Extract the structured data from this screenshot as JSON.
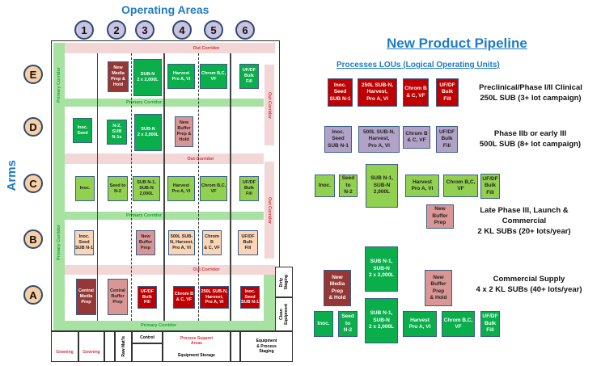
{
  "colors": {
    "green_dark": "#0aae4b",
    "green_light": "#92d050",
    "red_dark": "#c00000",
    "maroon": "#953735",
    "pink": "#d99694",
    "peach": "#fbd5b5",
    "lavender": "#b3a2c7",
    "blue_title": "#1f7bc6",
    "corridor_green": "#a8e2a3",
    "corridor_pink": "#f3d6d6"
  },
  "floor_plan": {
    "operating_areas_title": "Operating Areas",
    "arms_label": "Arms",
    "operating_areas": [
      "1",
      "2",
      "3",
      "4",
      "5",
      "6"
    ],
    "arms": [
      "E",
      "D",
      "C",
      "B",
      "A"
    ],
    "corridors": {
      "out": "Out Corridor",
      "primary": "Primary Corridor"
    },
    "rooms": {
      "E": [
        {
          "area": 2,
          "label": "New\nMedia\nPrep &\nHold",
          "color": "maroon"
        },
        {
          "area": 3,
          "label": "SUB-N\n2 x 2,000L",
          "color": "green_dark"
        },
        {
          "area": 4,
          "label": "Harvest\nPro A, VI",
          "color": "green_dark"
        },
        {
          "area": 5,
          "label": "Chrom B,C,\nVF",
          "color": "green_dark"
        },
        {
          "area": 6,
          "label": "UF/DF\nBulk\nFill",
          "color": "green_dark"
        }
      ],
      "D": [
        {
          "area": 1,
          "label": "Inoc.\nSeed",
          "color": "green_dark"
        },
        {
          "area": 2,
          "label": "N-2,\nSUB\nN-1s",
          "color": "green_dark"
        },
        {
          "area": 3,
          "label": "SUB-N\n2 x 2,000L",
          "color": "green_dark"
        },
        {
          "area": 4,
          "label": "New\nBuffer\nPrep &\nHold",
          "color": "pink"
        }
      ],
      "C": [
        {
          "area": 1,
          "label": "Inoc.",
          "color": "green_light"
        },
        {
          "area": 2,
          "label": "Seed to\nN-2",
          "color": "green_light"
        },
        {
          "area": 3,
          "label": "SUB N-1,\nSUB-N\n2,000L",
          "color": "green_light"
        },
        {
          "area": 4,
          "label": "Harvest\nPro A, VI",
          "color": "green_light"
        },
        {
          "area": 5,
          "label": "Chrom B,C,\nVF",
          "color": "green_light"
        },
        {
          "area": 6,
          "label": "UF/DF\nBulk\nFill",
          "color": "green_light"
        }
      ],
      "B": [
        {
          "area": 1,
          "label": "Inoc.\nSeed\nSUB N-1",
          "color": "peach"
        },
        {
          "area": 3,
          "label": "New\nBuffer\nPrep",
          "color": "pink"
        },
        {
          "area": 4,
          "label": "500L SUB-\nN, Harvest,\nPro A, VI",
          "color": "peach"
        },
        {
          "area": 5,
          "label": "Chrom B\n& C, VF",
          "color": "peach"
        },
        {
          "area": 6,
          "label": "UF/DF\nBulk\nFill",
          "color": "peach"
        }
      ],
      "A": [
        {
          "area": 1,
          "label": "Central\nMedia\nPrep",
          "color": "maroon"
        },
        {
          "area": 2,
          "label": "Central\nBuffer\nPrep",
          "color": "pink"
        },
        {
          "area": 3,
          "label": "UF/DF\nBulk\nFill",
          "color": "red_dark"
        },
        {
          "area": 4,
          "label": "Chrom B\n& C, VF",
          "color": "red_dark"
        },
        {
          "area": 5,
          "label": "250L SUB-N,\nHarvest,\nPro A, VI",
          "color": "red_dark"
        },
        {
          "area": 6,
          "label": "Inoc.\nSeed\nSUB N-1",
          "color": "red_dark"
        }
      ]
    },
    "side_rooms": {
      "dirty_staging": "Dirty\nStaging",
      "clean_equipment": "Clean\nEquipment"
    },
    "support_rooms": {
      "gowning_1": "Gowning",
      "gowning_2": "Gowning",
      "raw_matls": "Raw Mat'ls",
      "control": "Control",
      "process_support": "Process Support\nAreas",
      "equipment_storage": "Equipment Storage",
      "equipment_staging": "Equipment\n& Process\nStaging"
    }
  },
  "pipeline": {
    "title": "New Product Pipeline",
    "subtitle": "Processes LOUs (Logical Operating Units)",
    "phases": [
      {
        "description": "Preclinical/Phase I/II Clinical\n250L SUB (3+ lot campaign)",
        "units": [
          {
            "label": "Inoc.\nSeed\nSUB N-1",
            "color": "red_dark"
          },
          {
            "label": "250L SUB-N,\nHarvest,\nPro A, VI",
            "color": "red_dark"
          },
          {
            "label": "Chrom B\n& C, VF",
            "color": "red_dark"
          },
          {
            "label": "UF/DF\nBulk\nFill",
            "color": "red_dark"
          }
        ]
      },
      {
        "description": "Phase IIb or early III\n500L SUB (8+ lot campaign)",
        "units": [
          {
            "label": "Inoc.\nSeed\nSUB N-1",
            "color": "lavender"
          },
          {
            "label": "500L SUB-N,\nHarvest,\nPro A, VI",
            "color": "lavender"
          },
          {
            "label": "Chrom B\n& C, VF",
            "color": "lavender"
          },
          {
            "label": "UF/DF\nBulk\nFill",
            "color": "lavender"
          }
        ]
      },
      {
        "description": "Late Phase III, Launch &\nCommercial\n2 KL SUBs (20+ lots/year)",
        "units": [
          {
            "label": "Inoc.",
            "color": "green_light"
          },
          {
            "label": "Seed\nto\nN-2",
            "color": "green_light"
          },
          {
            "label": "SUB N-1,\nSUB-N\n2,000L",
            "color": "green_light"
          },
          {
            "label": "Harvest\nPro A, VI",
            "color": "green_light"
          },
          {
            "label": "Chrom B,C,\nVF",
            "color": "green_light"
          },
          {
            "label": "UF/DF\nBulk\nFill",
            "color": "green_light"
          },
          {
            "label": "New\nBuffer\nPrep",
            "color": "pink"
          }
        ]
      },
      {
        "description": "Commercial Supply\n4 x 2 KL SUBs (40+ lots/year)",
        "units": [
          {
            "label": "New\nMedia\nPrep\n& Hold",
            "color": "maroon"
          },
          {
            "label": "SUB N-1,\nSUB-N\n2 x 2,000L",
            "color": "green_dark"
          },
          {
            "label": "New\nBuffer\nPrep\n& Hold",
            "color": "pink"
          },
          {
            "label": "Inoc.",
            "color": "green_dark"
          },
          {
            "label": "Seed\nto\nN-2",
            "color": "green_dark"
          },
          {
            "label": "SUB N-1,\nSUB-N\n2 x 2,000L",
            "color": "green_dark"
          },
          {
            "label": "Harvest\nPro A, VI",
            "color": "green_dark"
          },
          {
            "label": "Chrom B,C,\nVF",
            "color": "green_dark"
          },
          {
            "label": "UF/DF\nBulk\nFill",
            "color": "green_dark"
          }
        ]
      }
    ]
  }
}
